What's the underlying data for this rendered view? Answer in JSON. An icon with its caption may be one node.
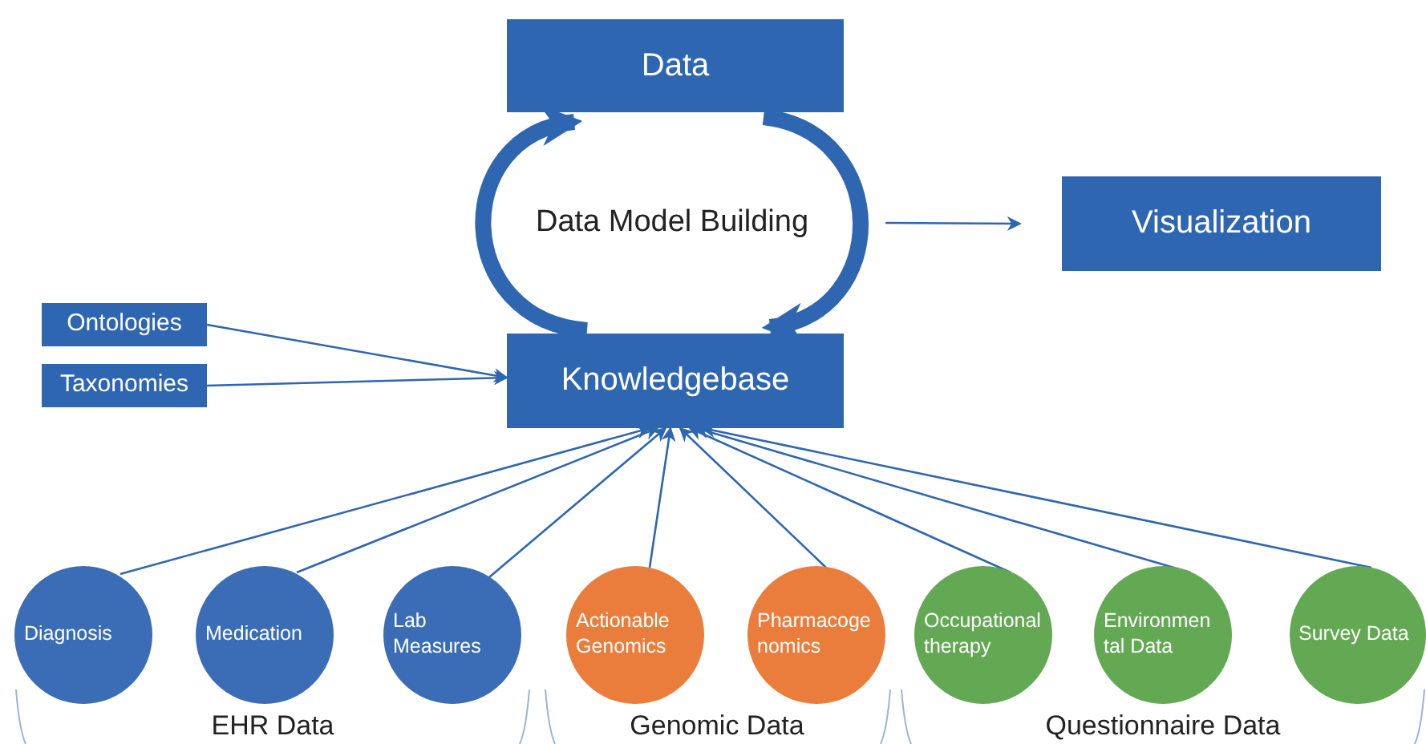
{
  "diagram": {
    "nodes": [
      {
        "text": [
          "Data"
        ]
      },
      {
        "text": [
          "Data Model Building"
        ]
      },
      {
        "text": [
          "Visualization"
        ]
      },
      {
        "text": [
          "Ontologies"
        ]
      },
      {
        "text": [
          "Taxonomies"
        ]
      },
      {
        "text": [
          "Knowledgebase"
        ]
      },
      {
        "text": [
          "Diagnosis"
        ]
      },
      {
        "text": [
          "Medication"
        ]
      },
      {
        "text": [
          "Lab Measures"
        ]
      },
      {
        "text": [
          "Actionable Genomics"
        ]
      },
      {
        "text": [
          "Pharmacoge nomics"
        ]
      },
      {
        "text": [
          "Occupational therapy"
        ]
      },
      {
        "text": [
          "Environmen tal Data"
        ]
      },
      {
        "text": [
          "Survey Data"
        ]
      }
    ],
    "edges": [
      {
        "from": 5,
        "to": 0,
        "arrow": "to",
        "style": "thick"
      },
      {
        "from": 0,
        "to": 5,
        "arrow": "to",
        "style": "thick"
      },
      {
        "from": 1,
        "to": 2,
        "arrow": "to"
      },
      {
        "from": 3,
        "to": 5,
        "arrow": "to"
      },
      {
        "from": 4,
        "to": 5,
        "arrow": "to"
      },
      {
        "from": 6,
        "to": 5,
        "arrow": "to"
      },
      {
        "from": 7,
        "to": 5,
        "arrow": "to"
      },
      {
        "from": 8,
        "to": 5,
        "arrow": "to"
      },
      {
        "from": 9,
        "to": 5,
        "arrow": "to"
      },
      {
        "from": 10,
        "to": 5,
        "arrow": "to"
      },
      {
        "from": 11,
        "to": 5,
        "arrow": "to"
      },
      {
        "from": 12,
        "to": 5,
        "arrow": "to"
      },
      {
        "from": 13,
        "to": 5,
        "arrow": "to"
      }
    ],
    "labels": [
      "EHR Data",
      "Genomic Data",
      "Questionnaire Data"
    ]
  }
}
